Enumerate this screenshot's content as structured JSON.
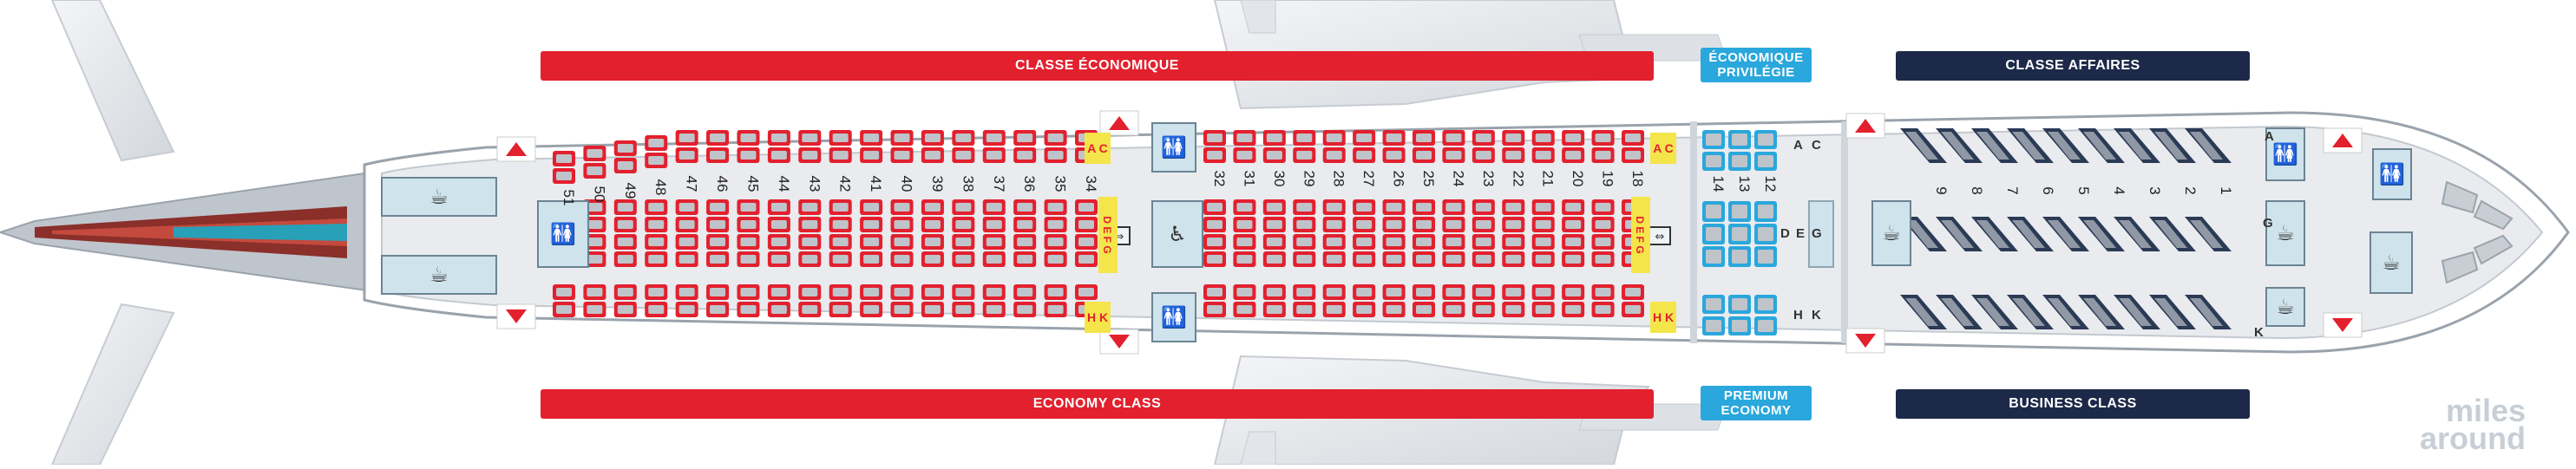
{
  "banners": {
    "eco_fr": "CLASSE ÉCONOMIQUE",
    "eco_en": "ECONOMY CLASS",
    "premium_fr_1": "ÉCONOMIQUE",
    "premium_fr_2": "PRIVILÉGIE",
    "premium_en_1": "PREMIUM",
    "premium_en_2": "ECONOMY",
    "business_fr": "CLASSE AFFAIRES",
    "business_en": "BUSINESS CLASS"
  },
  "rows": {
    "economy_rear": [
      "51",
      "50",
      "49",
      "48",
      "47",
      "46",
      "45",
      "44",
      "43",
      "42",
      "41",
      "40",
      "39",
      "38",
      "37",
      "36",
      "35",
      "34"
    ],
    "economy_front": [
      "32",
      "31",
      "30",
      "29",
      "28",
      "27",
      "26",
      "25",
      "24",
      "23",
      "22",
      "21",
      "20",
      "19",
      "18"
    ],
    "premium": [
      "14",
      "13",
      "12"
    ],
    "business": [
      "9",
      "8",
      "7",
      "6",
      "5",
      "4",
      "3",
      "2",
      "1"
    ]
  },
  "seat_letters": {
    "eco_top": "A C",
    "eco_mid": "D E F G",
    "eco_bot": "H K",
    "prem_top_a": "A",
    "prem_top_c": "C",
    "prem_mid_d": "D",
    "prem_mid_e": "E",
    "prem_mid_g": "G",
    "prem_bot_h": "H",
    "prem_bot_k": "K",
    "bus_a": "A",
    "bus_g": "G",
    "bus_k": "K"
  },
  "watermark": {
    "line1": "miles",
    "line2": "around"
  },
  "colors": {
    "economy_seat": "#e3202e",
    "premium_seat": "#2aa7dc",
    "business_seat": "#2b3a55",
    "fuselage": "#e9ebee",
    "exit_marker": "#e3202e",
    "facility": "#cfe3ec"
  },
  "icons": [
    "toilet-icon",
    "galley-icon",
    "accessible-toilet-icon",
    "bassinet-icon",
    "exit-arrow-icon"
  ]
}
